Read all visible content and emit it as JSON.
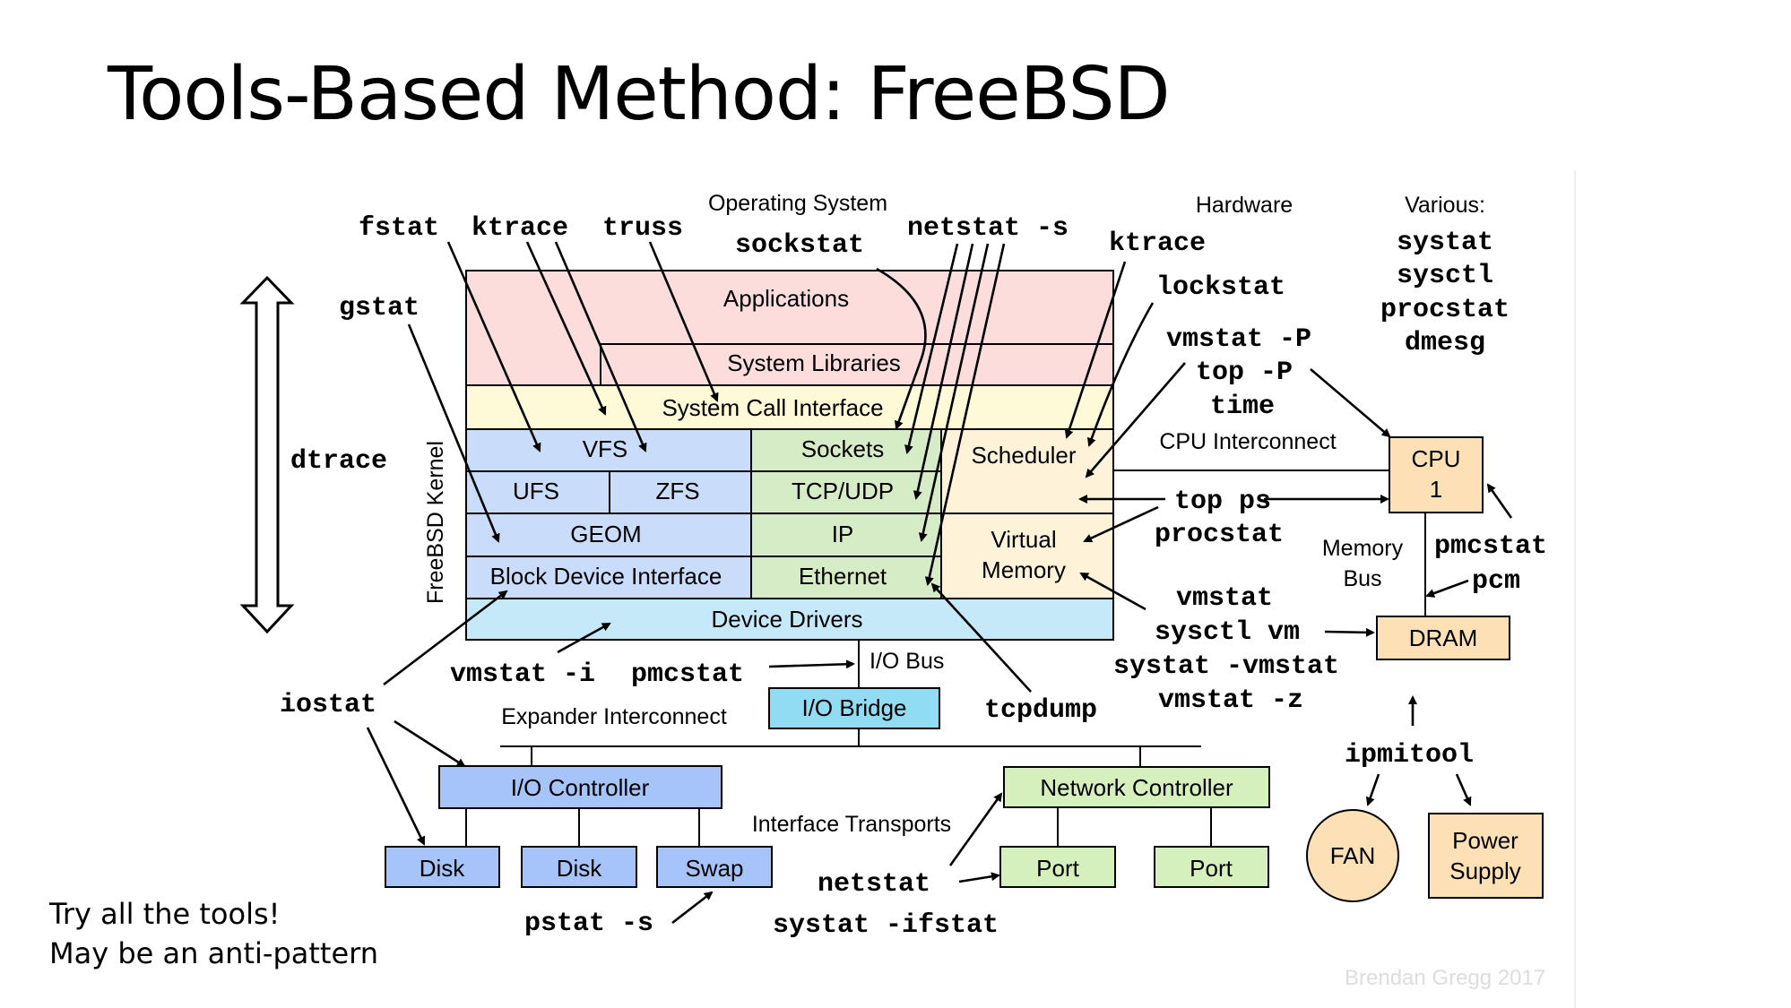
{
  "slide": {
    "title": "Tools-Based Method: FreeBSD",
    "notes": [
      "Try all the tools!",
      "May be an anti-pattern"
    ],
    "credit": "Brendan Gregg 2017"
  },
  "colors": {
    "applications": "#fddcdc",
    "syscall": "#fef9d6",
    "fs": "#c9dcfa",
    "net": "#d6ecc6",
    "sched": "#fef3d9",
    "drivers": "#c6e9fa",
    "bridge": "#92dcf3",
    "io_ctrl": "#a7c4fa",
    "net_ctrl": "#d6f0bd",
    "hw": "#fde0b6"
  },
  "labels": {
    "operating_system": "Operating System",
    "hardware": "Hardware",
    "various": "Various:",
    "kernel": "FreeBSD Kernel",
    "cpu_interconnect": "CPU Interconnect",
    "memory_bus_1": "Memory",
    "memory_bus_2": "Bus",
    "io_bus": "I/O Bus",
    "expander": "Expander Interconnect",
    "transports": "Interface Transports"
  },
  "boxes": {
    "applications": "Applications",
    "system_libraries": "System Libraries",
    "system_call_interface": "System Call Interface",
    "vfs": "VFS",
    "ufs": "UFS",
    "zfs": "ZFS",
    "geom": "GEOM",
    "block_device": "Block Device Interface",
    "sockets": "Sockets",
    "tcp_udp": "TCP/UDP",
    "ip": "IP",
    "ethernet": "Ethernet",
    "scheduler": "Scheduler",
    "virtual_memory_1": "Virtual",
    "virtual_memory_2": "Memory",
    "device_drivers": "Device Drivers",
    "io_bridge": "I/O Bridge",
    "io_controller": "I/O Controller",
    "disk_1": "Disk",
    "disk_2": "Disk",
    "swap": "Swap",
    "network_controller": "Network Controller",
    "port_1": "Port",
    "port_2": "Port",
    "cpu_1": "CPU",
    "cpu_2": "1",
    "dram": "DRAM",
    "fan": "FAN",
    "power_1": "Power",
    "power_2": "Supply"
  },
  "tools": {
    "fstat": "fstat",
    "ktrace_1": "ktrace",
    "truss": "truss",
    "sockstat": "sockstat",
    "netstat_s": "netstat -s",
    "ktrace_2": "ktrace",
    "lockstat": "lockstat",
    "gstat": "gstat",
    "dtrace": "dtrace",
    "vmstat_P": "vmstat -P",
    "top_P": "top -P",
    "time": "time",
    "various_1": "systat",
    "various_2": "sysctl",
    "various_3": "procstat",
    "various_4": "dmesg",
    "top_ps": "top ps",
    "procstat": "procstat",
    "pmcstat_1": "pmcstat",
    "pcm": "pcm",
    "vmstat": "vmstat",
    "sysctl_vm": "sysctl vm",
    "systat_vmstat": "systat -vmstat",
    "vmstat_z": "vmstat -z",
    "vmstat_i": "vmstat -i",
    "pmcstat_2": "pmcstat",
    "iostat": "iostat",
    "tcpdump": "tcpdump",
    "ipmitool": "ipmitool",
    "netstat": "netstat",
    "pstat_s": "pstat -s",
    "systat_ifstat": "systat -ifstat"
  }
}
